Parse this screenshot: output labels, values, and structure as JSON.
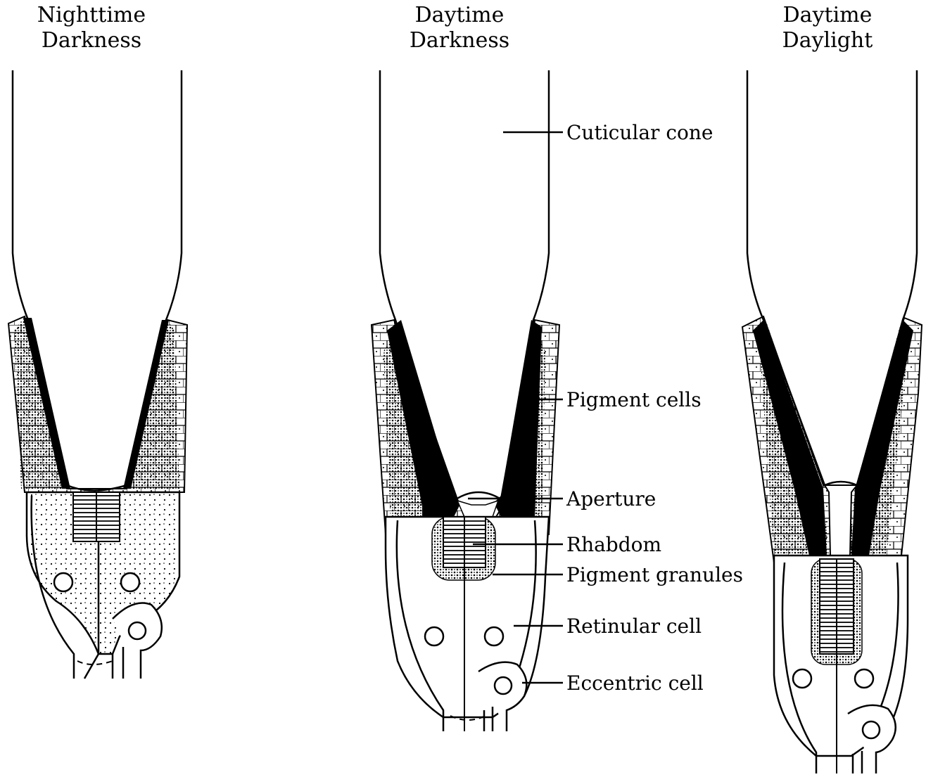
{
  "panels": [
    {
      "title_line1": "Nighttime",
      "title_line2": "Darkness"
    },
    {
      "title_line1": "Daytime",
      "title_line2": "Darkness"
    },
    {
      "title_line1": "Daytime",
      "title_line2": "Daylight"
    }
  ],
  "labels": {
    "cuticular_cone": "Cuticular cone",
    "pigment_cells": "Pigment cells",
    "aperture": "Aperture",
    "rhabdom": "Rhabdom",
    "pigment_granules": "Pigment granules",
    "retinular_cell": "Retinular cell",
    "eccentric_cell": "Eccentric cell"
  }
}
